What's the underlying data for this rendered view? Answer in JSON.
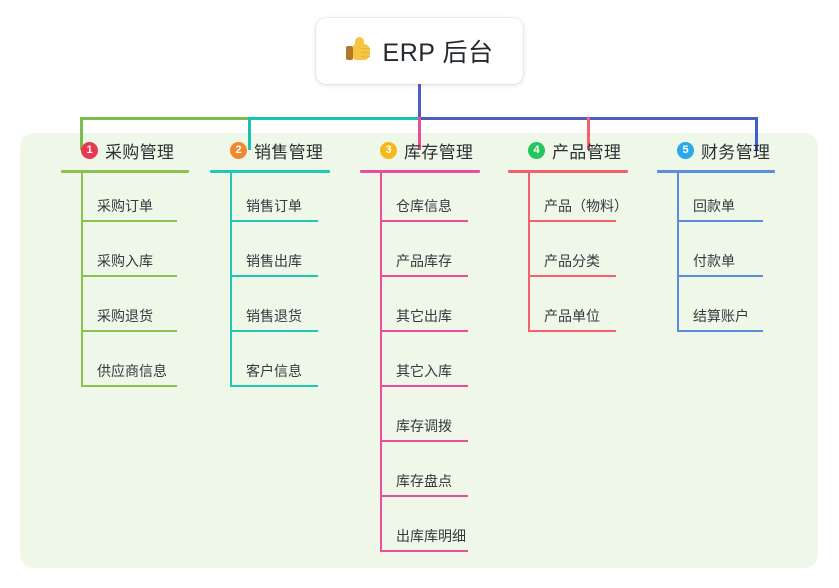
{
  "root": {
    "icon": "thumbs-up-icon",
    "title": "ERP 后台"
  },
  "panel": {
    "background": "#eff7e9"
  },
  "connector_colors": {
    "trunk": "#4e5fc4",
    "segment_left": "#7cbe4d",
    "segment_mid": "#16c2b0",
    "segment_right": "#4e5fc4"
  },
  "columns": [
    {
      "number": "1",
      "title": "采购管理",
      "badge_color": "#e8394f",
      "line_color": "#8cc152",
      "drop_color": "#7cbe4d",
      "items": [
        {
          "label": "采购订单"
        },
        {
          "label": "采购入库"
        },
        {
          "label": "采购退货"
        },
        {
          "label": "供应商信息"
        }
      ]
    },
    {
      "number": "2",
      "title": "销售管理",
      "badge_color": "#f0882f",
      "line_color": "#1ec8b5",
      "drop_color": "#16c2b0",
      "items": [
        {
          "label": "销售订单"
        },
        {
          "label": "销售出库"
        },
        {
          "label": "销售退货"
        },
        {
          "label": "客户信息"
        }
      ]
    },
    {
      "number": "3",
      "title": "库存管理",
      "badge_color": "#f5ba1a",
      "line_color": "#ea4d9b",
      "drop_color": "#ea4d9b",
      "items": [
        {
          "label": "仓库信息"
        },
        {
          "label": "产品库存"
        },
        {
          "label": "其它出库"
        },
        {
          "label": "其它入库"
        },
        {
          "label": "库存调拨"
        },
        {
          "label": "库存盘点"
        },
        {
          "label": "出库库明细"
        }
      ]
    },
    {
      "number": "4",
      "title": "产品管理",
      "badge_color": "#22c55e",
      "line_color": "#f4606c",
      "drop_color": "#f4606c",
      "items": [
        {
          "label": "产品（物料）"
        },
        {
          "label": "产品分类"
        },
        {
          "label": "产品单位"
        }
      ]
    },
    {
      "number": "5",
      "title": "财务管理",
      "badge_color": "#29a9e8",
      "line_color": "#5b8ddd",
      "drop_color": "#3b61cc",
      "items": [
        {
          "label": "回款单"
        },
        {
          "label": "付款单"
        },
        {
          "label": "结算账户"
        }
      ]
    }
  ]
}
